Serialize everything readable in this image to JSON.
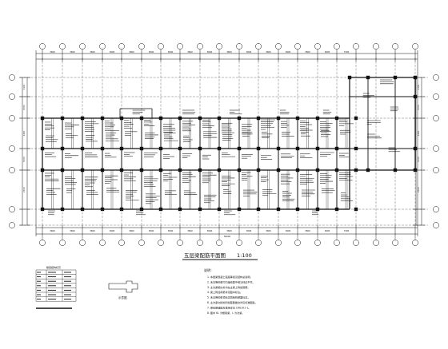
{
  "drawing": {
    "title": "五层梁配筋平面图",
    "scale": "1:100",
    "key_plan_label": "示意图",
    "table_caption": "楼层结构标高",
    "notes_label": "说明：",
    "notes": [
      "1. 本层梁混凝土强度等级见结构总说明。",
      "2. 未注明的梁均为轴线居中或与柱边平齐。",
      "3. 主次梁相交处均在主梁上附加箍筋。",
      "4. 梁上附加吊筋详见图中标注。",
      "5. 未注明的梁顶标高同结构楼面标高。",
      "6. 主次梁交接处附加箍筋做法详见标准图集。",
      "7. 梁纵筋锚固及搭接详见 16G101-1。",
      "8. 图中 KL 为框架梁，L 为次梁。"
    ]
  },
  "grid": {
    "top_dims": [
      "3600",
      "3600",
      "3600",
      "3600",
      "3600",
      "3600",
      "3600",
      "3600",
      "3600",
      "3600",
      "3600",
      "3600",
      "3600",
      "3600",
      "3600",
      "7200"
    ],
    "bottom_dims": [
      "3600",
      "3600",
      "3600",
      "3600",
      "3600",
      "3600",
      "3600",
      "3600",
      "3600",
      "3600",
      "3600",
      "3600",
      "3600",
      "3600",
      "3600",
      "7200"
    ],
    "total_dim": "58200",
    "left_dims": [
      "2100",
      "5700",
      "2400",
      "5700",
      "2100"
    ],
    "right_dims": [
      "2100",
      "5700",
      "2400",
      "5700",
      "2100"
    ]
  },
  "colors": {
    "line": "#111111",
    "background": "#ffffff"
  }
}
